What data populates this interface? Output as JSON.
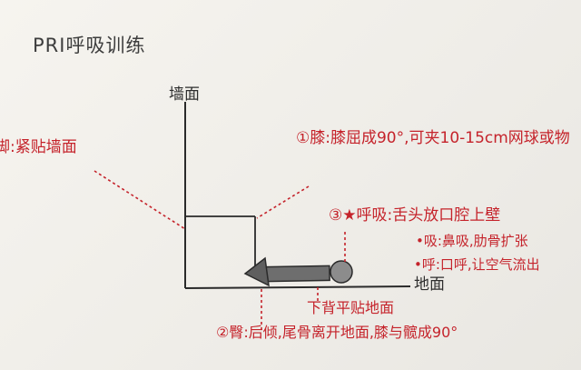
{
  "title": "PRI呼吸训练",
  "axes": {
    "wall_label": "墙面",
    "ground_label": "地面"
  },
  "annotations": {
    "feet": "脚:紧贴墙面",
    "knee": "①膝:膝屈成90°,可夹10-15cm网球或物",
    "breath": "③★呼吸:舌头放口腔上壁",
    "inhale": "•吸:鼻吸,肋骨扩张",
    "exhale": "•呼:口呼,让空气流出",
    "back": "下背平贴地面",
    "hip": "②臀:后倾,尾骨离开地面,膝与髋成90°"
  },
  "colors": {
    "ink": "#2a2a2a",
    "annotation_red": "#c5232b",
    "body_gray": "#6e6e6e",
    "paper": "#f3f1ec"
  }
}
